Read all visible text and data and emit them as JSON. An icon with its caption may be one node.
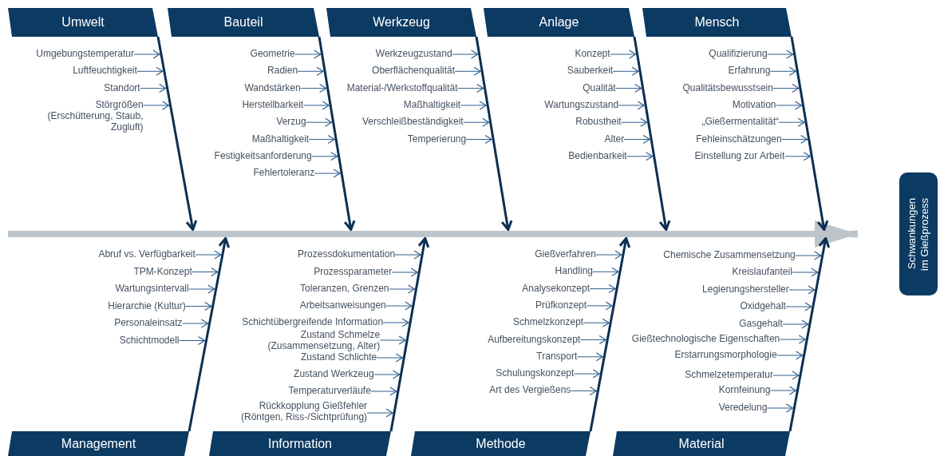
{
  "diagram": {
    "nodes": [
      {
        "text": [
          "Umwelt"
        ]
      },
      {
        "text": [],
        "shape": "arrow"
      },
      {
        "text": [
          "Umgebungstemperatur"
        ]
      },
      {
        "text": [
          "Luftfeuchtigkeit"
        ]
      },
      {
        "text": [
          "Standort"
        ]
      },
      {
        "text": [
          "Störgrößen",
          "(Erschütterung, Staub, Zugluft)"
        ]
      },
      {
        "text": [
          "Bauteil"
        ]
      },
      {
        "text": [],
        "shape": "arrow"
      },
      {
        "text": [
          "Geometrie"
        ]
      },
      {
        "text": [
          "Radien"
        ]
      },
      {
        "text": [
          "Wandstärken"
        ]
      },
      {
        "text": [
          "Herstellbarkeit"
        ]
      },
      {
        "text": [
          "Verzug"
        ]
      },
      {
        "text": [
          "Maßhaltigkeit"
        ]
      },
      {
        "text": [
          "Festigkeitsanforderung"
        ]
      },
      {
        "text": [
          "Fehlertoleranz"
        ]
      },
      {
        "text": [
          "Werkzeug"
        ]
      },
      {
        "text": [],
        "shape": "arrow"
      },
      {
        "text": [
          "Werkzeugzustand"
        ]
      },
      {
        "text": [
          "Oberflächenqualität"
        ]
      },
      {
        "text": [
          "Material-/Werkstoffqualität"
        ]
      },
      {
        "text": [
          "Maßhaltigkeit"
        ]
      },
      {
        "text": [
          "Verschleißbeständigkeit"
        ]
      },
      {
        "text": [
          "Temperierung"
        ]
      },
      {
        "text": [
          "Anlage"
        ]
      },
      {
        "text": [],
        "shape": "arrow"
      },
      {
        "text": [
          "Konzept"
        ]
      },
      {
        "text": [
          "Sauberkeit"
        ]
      },
      {
        "text": [
          "Qualität"
        ]
      },
      {
        "text": [
          "Wartungszustand"
        ]
      },
      {
        "text": [
          "Robustheit"
        ]
      },
      {
        "text": [
          "Alter"
        ]
      },
      {
        "text": [
          "Bedienbarkeit"
        ]
      },
      {
        "text": [
          "Mensch"
        ]
      },
      {
        "text": [],
        "shape": "arrow"
      },
      {
        "text": [
          "Qualifizierung"
        ]
      },
      {
        "text": [
          "Erfahrung"
        ]
      },
      {
        "text": [
          "Qualitätsbewusstsein"
        ]
      },
      {
        "text": [
          "Motivation"
        ]
      },
      {
        "text": [
          "„Gießermentalität“"
        ]
      },
      {
        "text": [
          "Fehleinschätzungen"
        ]
      },
      {
        "text": [
          "Einstellung zur Arbeit"
        ]
      },
      {
        "text": [
          "Management"
        ]
      },
      {
        "text": [],
        "shape": "arrow"
      },
      {
        "text": [
          "Abruf vs. Verfügbarkeit"
        ]
      },
      {
        "text": [
          "TPM-Konzept"
        ]
      },
      {
        "text": [
          "Wartungsintervall"
        ]
      },
      {
        "text": [
          "Hierarchie (Kultur)"
        ]
      },
      {
        "text": [
          "Personaleinsatz"
        ]
      },
      {
        "text": [
          "Schichtmodell"
        ]
      },
      {
        "text": [
          "Information"
        ]
      },
      {
        "text": [],
        "shape": "arrow"
      },
      {
        "text": [
          "Prozessdokumentation"
        ]
      },
      {
        "text": [
          "Prozessparameter"
        ]
      },
      {
        "text": [
          "Toleranzen, Grenzen"
        ]
      },
      {
        "text": [
          "Arbeitsanweisungen"
        ]
      },
      {
        "text": [
          "Schichtübergreifende Information"
        ]
      },
      {
        "text": [
          "Zustand Schmelze (Zusammensetzung, Alter)"
        ]
      },
      {
        "text": [
          "Zustand Schlichte"
        ]
      },
      {
        "text": [
          "Zustand Werkzeug"
        ]
      },
      {
        "text": [
          "Temperaturverläufe"
        ]
      },
      {
        "text": [
          "Rückkopplung Gießfehler (Röntgen, Riss-/Sichtprüfung)"
        ]
      },
      {
        "text": [
          "Methode"
        ]
      },
      {
        "text": [],
        "shape": "arrow"
      },
      {
        "text": [
          "Gießverfahren"
        ]
      },
      {
        "text": [
          "Handling"
        ]
      },
      {
        "text": [
          "Analysekonzept"
        ]
      },
      {
        "text": [
          "Prüfkonzept"
        ]
      },
      {
        "text": [
          "Schmelzkonzept"
        ]
      },
      {
        "text": [
          "Aufbereitungskonzept"
        ]
      },
      {
        "text": [
          "Transport"
        ]
      },
      {
        "text": [
          "Schulungskonzept"
        ]
      },
      {
        "text": [
          "Art des Vergießens"
        ]
      },
      {
        "text": [
          "Material"
        ]
      },
      {
        "text": [],
        "shape": "arrow"
      },
      {
        "text": [
          "Chemische Zusammensetzung"
        ]
      },
      {
        "text": [
          "Kreislaufanteil"
        ]
      },
      {
        "text": [
          "Legierungshersteller"
        ]
      },
      {
        "text": [
          "Oxidgehalt"
        ]
      },
      {
        "text": [
          "Gasgehalt"
        ]
      },
      {
        "text": [
          "Gießtechnologische Eigenschaften"
        ]
      },
      {
        "text": [
          "Erstarrungsmorphologie"
        ]
      },
      {
        "text": [
          "Schmelzetemperatur"
        ]
      },
      {
        "text": [
          "Kornfeinung"
        ]
      },
      {
        "text": [
          "Veredelung"
        ]
      },
      {
        "text": [],
        "shape": "bar"
      },
      {
        "text": [
          "Schwankungen im Gießprozess"
        ]
      }
    ],
    "edges": [
      {
        "from": 85,
        "to": 86,
        "arrow": "to",
        "style": "thick",
        "color": "#bec5ca"
      },
      {
        "from": 0,
        "to": 85,
        "arrow": "to",
        "style": "thick",
        "color": "#0b2f52"
      },
      {
        "from": 6,
        "to": 85,
        "arrow": "to",
        "style": "thick",
        "color": "#0b2f52"
      },
      {
        "from": 16,
        "to": 85,
        "arrow": "to",
        "style": "thick",
        "color": "#0b2f52"
      },
      {
        "from": 24,
        "to": 85,
        "arrow": "to",
        "style": "thick",
        "color": "#0b2f52"
      },
      {
        "from": 33,
        "to": 85,
        "arrow": "to",
        "style": "thick",
        "color": "#0b2f52"
      },
      {
        "from": 42,
        "to": 85,
        "arrow": "to",
        "style": "thick",
        "color": "#0b2f52"
      },
      {
        "from": 50,
        "to": 85,
        "arrow": "to",
        "style": "thick",
        "color": "#0b2f52"
      },
      {
        "from": 62,
        "to": 85,
        "arrow": "to",
        "style": "thick",
        "color": "#0b2f52"
      },
      {
        "from": 73,
        "to": 85,
        "arrow": "to",
        "style": "thick",
        "color": "#0b2f52"
      },
      {
        "from": 2,
        "to": 1,
        "arrow": "to"
      },
      {
        "from": 3,
        "to": 1,
        "arrow": "to"
      },
      {
        "from": 4,
        "to": 1,
        "arrow": "to"
      },
      {
        "from": 5,
        "to": 1,
        "arrow": "to"
      },
      {
        "from": 8,
        "to": 7,
        "arrow": "to"
      },
      {
        "from": 9,
        "to": 7,
        "arrow": "to"
      },
      {
        "from": 10,
        "to": 7,
        "arrow": "to"
      },
      {
        "from": 11,
        "to": 7,
        "arrow": "to"
      },
      {
        "from": 12,
        "to": 7,
        "arrow": "to"
      },
      {
        "from": 13,
        "to": 7,
        "arrow": "to"
      },
      {
        "from": 14,
        "to": 7,
        "arrow": "to"
      },
      {
        "from": 15,
        "to": 7,
        "arrow": "to"
      },
      {
        "from": 18,
        "to": 17,
        "arrow": "to"
      },
      {
        "from": 19,
        "to": 17,
        "arrow": "to"
      },
      {
        "from": 20,
        "to": 17,
        "arrow": "to"
      },
      {
        "from": 21,
        "to": 17,
        "arrow": "to"
      },
      {
        "from": 22,
        "to": 17,
        "arrow": "to"
      },
      {
        "from": 23,
        "to": 17,
        "arrow": "to"
      },
      {
        "from": 26,
        "to": 25,
        "arrow": "to"
      },
      {
        "from": 27,
        "to": 25,
        "arrow": "to"
      },
      {
        "from": 28,
        "to": 25,
        "arrow": "to"
      },
      {
        "from": 29,
        "to": 25,
        "arrow": "to"
      },
      {
        "from": 30,
        "to": 25,
        "arrow": "to"
      },
      {
        "from": 31,
        "to": 25,
        "arrow": "to"
      },
      {
        "from": 32,
        "to": 25,
        "arrow": "to"
      },
      {
        "from": 35,
        "to": 34,
        "arrow": "to"
      },
      {
        "from": 36,
        "to": 34,
        "arrow": "to"
      },
      {
        "from": 37,
        "to": 34,
        "arrow": "to"
      },
      {
        "from": 38,
        "to": 34,
        "arrow": "to"
      },
      {
        "from": 39,
        "to": 34,
        "arrow": "to"
      },
      {
        "from": 40,
        "to": 34,
        "arrow": "to"
      },
      {
        "from": 41,
        "to": 34,
        "arrow": "to"
      },
      {
        "from": 44,
        "to": 43,
        "arrow": "to"
      },
      {
        "from": 45,
        "to": 43,
        "arrow": "to"
      },
      {
        "from": 46,
        "to": 43,
        "arrow": "to"
      },
      {
        "from": 47,
        "to": 43,
        "arrow": "to"
      },
      {
        "from": 48,
        "to": 43,
        "arrow": "to"
      },
      {
        "from": 49,
        "to": 43,
        "arrow": "to"
      },
      {
        "from": 52,
        "to": 51,
        "arrow": "to"
      },
      {
        "from": 53,
        "to": 51,
        "arrow": "to"
      },
      {
        "from": 54,
        "to": 51,
        "arrow": "to"
      },
      {
        "from": 55,
        "to": 51,
        "arrow": "to"
      },
      {
        "from": 56,
        "to": 51,
        "arrow": "to"
      },
      {
        "from": 57,
        "to": 51,
        "arrow": "to"
      },
      {
        "from": 58,
        "to": 51,
        "arrow": "to"
      },
      {
        "from": 59,
        "to": 51,
        "arrow": "to"
      },
      {
        "from": 60,
        "to": 51,
        "arrow": "to"
      },
      {
        "from": 61,
        "to": 51,
        "arrow": "to"
      },
      {
        "from": 64,
        "to": 63,
        "arrow": "to"
      },
      {
        "from": 65,
        "to": 63,
        "arrow": "to"
      },
      {
        "from": 66,
        "to": 63,
        "arrow": "to"
      },
      {
        "from": 67,
        "to": 63,
        "arrow": "to"
      },
      {
        "from": 68,
        "to": 63,
        "arrow": "to"
      },
      {
        "from": 69,
        "to": 63,
        "arrow": "to"
      },
      {
        "from": 70,
        "to": 63,
        "arrow": "to"
      },
      {
        "from": 71,
        "to": 63,
        "arrow": "to"
      },
      {
        "from": 72,
        "to": 63,
        "arrow": "to"
      },
      {
        "from": 75,
        "to": 74,
        "arrow": "to"
      },
      {
        "from": 76,
        "to": 74,
        "arrow": "to"
      },
      {
        "from": 77,
        "to": 74,
        "arrow": "to"
      },
      {
        "from": 78,
        "to": 74,
        "arrow": "to"
      },
      {
        "from": 79,
        "to": 74,
        "arrow": "to"
      },
      {
        "from": 80,
        "to": 74,
        "arrow": "to"
      },
      {
        "from": 81,
        "to": 74,
        "arrow": "to"
      },
      {
        "from": 82,
        "to": 74,
        "arrow": "to"
      },
      {
        "from": 83,
        "to": 74,
        "arrow": "to"
      },
      {
        "from": 84,
        "to": 74,
        "arrow": "to"
      }
    ]
  }
}
